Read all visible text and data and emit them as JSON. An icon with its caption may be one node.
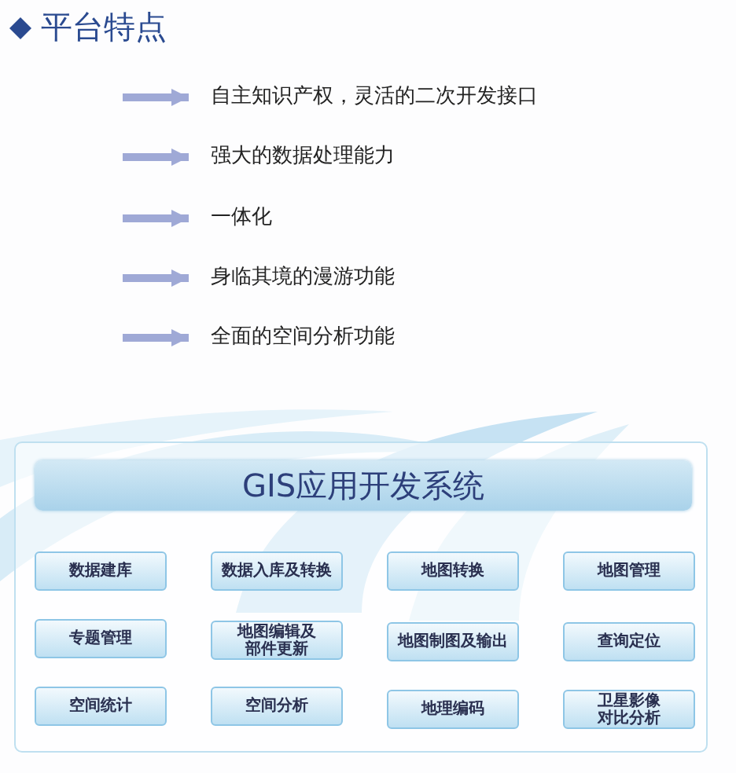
{
  "diagram": {
    "title": "平台特点",
    "nodes": [
      {
        "text": [
          "自主知识产权，灵活的二次开发接口"
        ]
      },
      {
        "text": [
          "强大的数据处理能力"
        ]
      },
      {
        "text": [
          "一体化"
        ]
      },
      {
        "text": [
          "身临其境的漫游功能"
        ]
      },
      {
        "text": [
          "全面的空间分析功能"
        ]
      },
      {
        "text": [],
        "shape": "box"
      },
      {
        "text": [
          "GIS应用开发系统"
        ],
        "in": 5
      },
      {
        "text": [
          "数据建库"
        ],
        "in": 5
      },
      {
        "text": [
          "数据入库及转换"
        ],
        "in": 5
      },
      {
        "text": [
          "地图转换"
        ],
        "in": 5
      },
      {
        "text": [
          "地图管理"
        ],
        "in": 5
      },
      {
        "text": [
          "专题管理"
        ],
        "in": 5
      },
      {
        "text": [
          "地图编辑及部件更新"
        ],
        "in": 5
      },
      {
        "text": [
          "地图制图及输出"
        ],
        "in": 5
      },
      {
        "text": [
          "查询定位"
        ],
        "in": 5
      },
      {
        "text": [
          "空间统计"
        ],
        "in": 5
      },
      {
        "text": [
          "空间分析"
        ],
        "in": 5
      },
      {
        "text": [
          "地理编码"
        ],
        "in": 5
      },
      {
        "text": [
          "卫星影像对比分析"
        ],
        "in": 5
      }
    ],
    "edges": [
      {
        "from": null,
        "to": 0,
        "arrow": "to"
      },
      {
        "from": null,
        "to": 1,
        "arrow": "to"
      },
      {
        "from": null,
        "to": 2,
        "arrow": "to"
      },
      {
        "from": null,
        "to": 3,
        "arrow": "to"
      },
      {
        "from": null,
        "to": 4,
        "arrow": "to"
      }
    ]
  }
}
